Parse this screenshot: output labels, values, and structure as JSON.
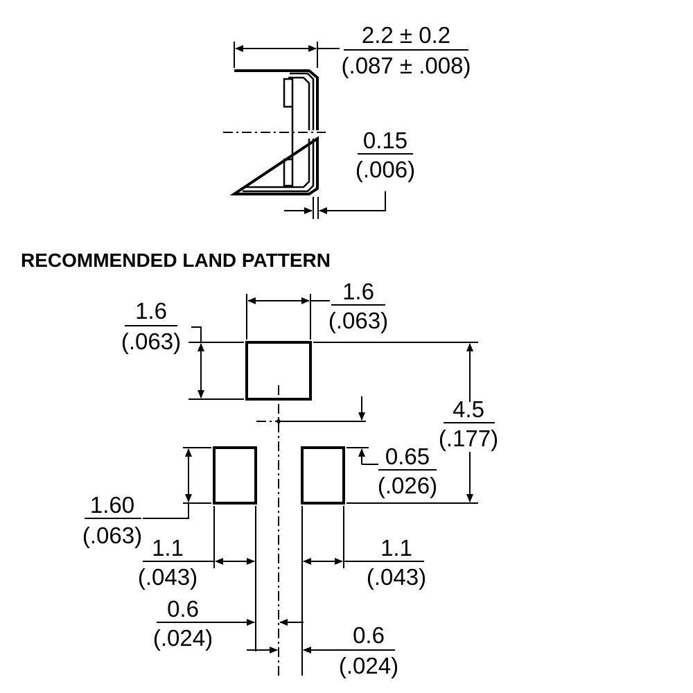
{
  "package_view": {
    "width_dim": {
      "mm": "2.2 ± 0.2",
      "in": "(.087 ± .008)"
    },
    "lead_dim": {
      "mm": "0.15",
      "in": "(.006)"
    }
  },
  "land_pattern": {
    "title": "RECOMMENDED LAND PATTERN",
    "dims": {
      "top_pad_width": {
        "mm": "1.6",
        "in": "(.063)"
      },
      "top_pad_height": {
        "mm": "1.6",
        "in": "(.063)"
      },
      "overall_height": {
        "mm": "4.5",
        "in": "(.177)"
      },
      "center_offset": {
        "mm": "0.65",
        "in": "(.026)"
      },
      "bottom_pad_height": {
        "mm": "1.60",
        "in": "(.063)"
      },
      "left_pad_width": {
        "mm": "1.1",
        "in": "(.043)"
      },
      "right_pad_width": {
        "mm": "1.1",
        "in": "(.043)"
      },
      "left_gap": {
        "mm": "0.6",
        "in": "(.024)"
      },
      "right_gap": {
        "mm": "0.6",
        "in": "(.024)"
      }
    }
  }
}
